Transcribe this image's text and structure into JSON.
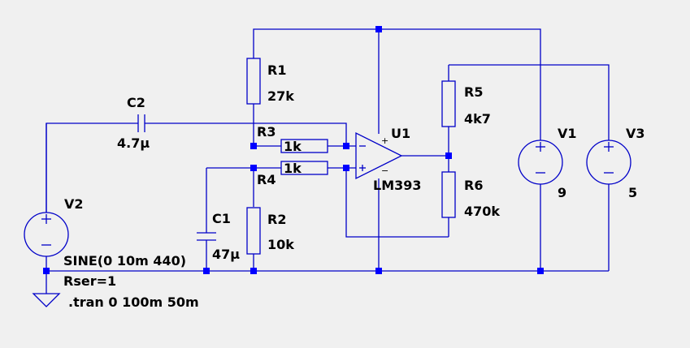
{
  "components": {
    "r1": {
      "name": "R1",
      "value": "27k"
    },
    "r2": {
      "name": "R2",
      "value": "10k"
    },
    "r3": {
      "name": "R3",
      "value": "1k"
    },
    "r4": {
      "name": "R4",
      "value": "1k"
    },
    "r5": {
      "name": "R5",
      "value": "4k7"
    },
    "r6": {
      "name": "R6",
      "value": "470k"
    },
    "c1": {
      "name": "C1",
      "value": "47µ"
    },
    "c2": {
      "name": "C2",
      "value": "4.7µ"
    },
    "u1": {
      "name": "U1",
      "value": "LM393"
    },
    "v1": {
      "name": "V1",
      "value": "9"
    },
    "v2": {
      "name": "V2",
      "value": "SINE(0 10m 440)",
      "rser": "Rser=1"
    },
    "v3": {
      "name": "V3",
      "value": "5"
    }
  },
  "directive": ".tran 0 100m 50m",
  "colors": {
    "wire": "#0000c8",
    "node": "#0000ff",
    "background": "#f0f0f0"
  }
}
